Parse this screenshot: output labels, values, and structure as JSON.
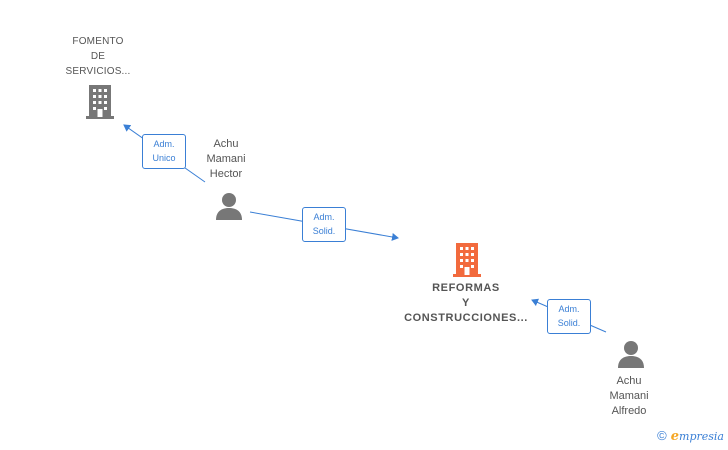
{
  "nodes": {
    "fomento": {
      "label": "FOMENTO\nDE\nSERVICIOS...",
      "kind": "company",
      "color": "#777777"
    },
    "hector": {
      "label": "Achu\nMamani\nHector",
      "kind": "person",
      "color": "#777777"
    },
    "reformas": {
      "label": "REFORMAS\nY\nCONSTRUCCIONES...",
      "kind": "company",
      "color": "#f26a3d"
    },
    "alfredo": {
      "label": "Achu\nMamani\nAlfredo",
      "kind": "person",
      "color": "#777777"
    }
  },
  "edges": {
    "hector_fomento": {
      "label": "Adm.\nUnico"
    },
    "hector_reformas": {
      "label": "Adm.\nSolid."
    },
    "alfredo_reformas": {
      "label": "Adm.\nSolid."
    }
  },
  "edge_color": "#3a7fd5",
  "footer": {
    "copyright": "©",
    "brand_first": "e",
    "brand_rest": "mpresia"
  }
}
